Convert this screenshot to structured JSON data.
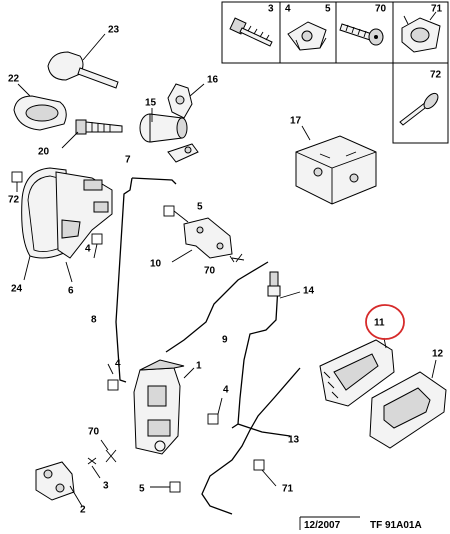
{
  "diagram": {
    "reference": {
      "date": "12/2007",
      "code": "TF 91A01A"
    },
    "highlight_color": "#d62a2a",
    "callouts": {
      "c23": "23",
      "c22": "22",
      "c16": "16",
      "c15": "15",
      "c20": "20",
      "c7": "7",
      "c72a": "72",
      "c5a": "5",
      "c24": "24",
      "c6": "6",
      "c4a": "4",
      "c10": "10",
      "c70a": "70",
      "c17": "17",
      "c8": "8",
      "c9": "9",
      "c14": "14",
      "c11": "11",
      "c12": "12",
      "c1": "1",
      "c4b": "4",
      "c4c": "4",
      "c70b": "70",
      "c3": "3",
      "c13": "13",
      "c2": "2",
      "c5b": "5",
      "c71b": "71"
    },
    "top_box": {
      "c3": "3",
      "c4": "4",
      "c5": "5",
      "c70": "70",
      "c71": "71",
      "c72": "72"
    }
  }
}
